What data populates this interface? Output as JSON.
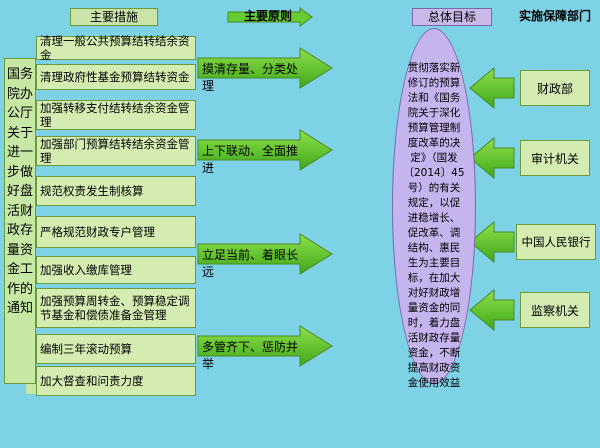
{
  "headers": {
    "measures": "主要措施",
    "principles": "主要原则",
    "goal": "总体目标",
    "support": "实施保障部门"
  },
  "notice_title": "国务院办公厅关于进一步做好盘活财政存量资金工作的通知",
  "measures": [
    "清理一般公共预算结转结余资金",
    "清理政府性基金预算结转资金",
    "加强转移支付结转结余资金管理",
    "加强部门预算结转结余资金管理",
    "规范权责发生制核算",
    "严格规范财政专户管理",
    "加强收入缴库管理",
    "加强预算周转金、预算稳定调节基金和偿债准备金管理",
    "编制三年滚动预算",
    "加大督查和问责力度"
  ],
  "principles": [
    "摸清存量、分类处理",
    "上下联动、全面推进",
    "立足当前、着眼长远",
    "多管齐下、惩防并举"
  ],
  "goal_text": "贯彻落实新修订的预算法和《国务院关于深化预算管理制度改革的决定》（国发〔2014〕45号）的有关规定，以促进稳增长、促改革、调结构、惠民生为主要目标，在加大对好财政增量资金的同时，着力盘活财政存量资金，不断提高财政资金使用效益",
  "departments": [
    "财政部",
    "审计机关",
    "中国人民银行",
    "监察机关"
  ],
  "colors": {
    "background": "#7ed2e6",
    "box_green": "#d4ecb2",
    "arrow_green": "#66cc33",
    "goal_violet": "#c6b4ee"
  }
}
